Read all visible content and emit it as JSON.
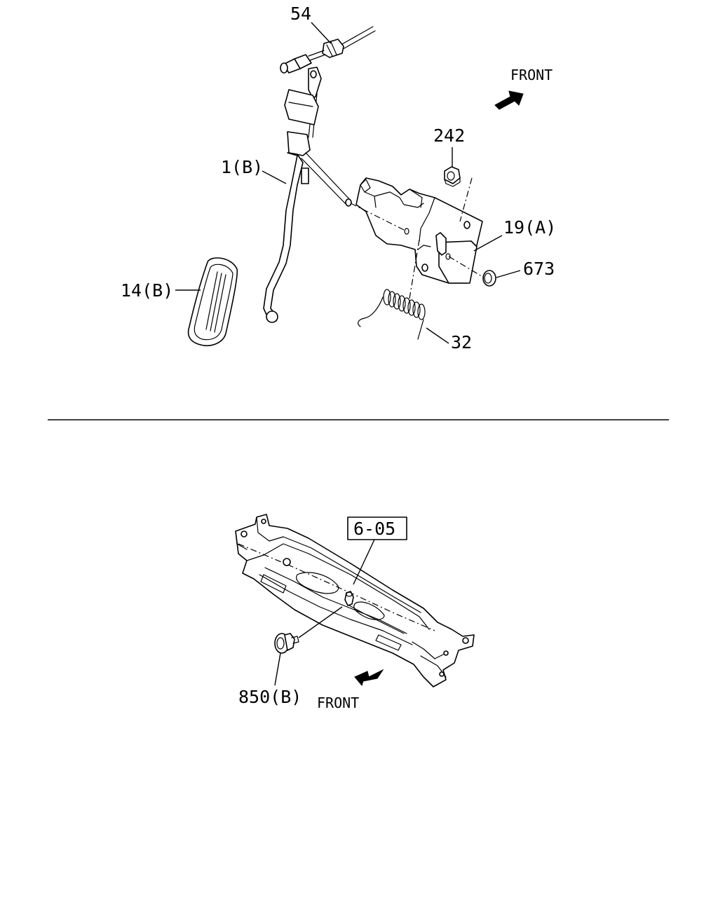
{
  "upper_assembly": {
    "callouts": {
      "c54": "54",
      "c1b": "1(B)",
      "c14b": "14(B)",
      "c242": "242",
      "c19a": "19(A)",
      "c673": "673",
      "c32": "32"
    },
    "front_label": "FRONT"
  },
  "lower_assembly": {
    "callouts": {
      "c605": "6-05",
      "c850b": "850(B)"
    },
    "front_label": "FRONT"
  },
  "colors": {
    "line": "#000000",
    "background": "#ffffff"
  }
}
